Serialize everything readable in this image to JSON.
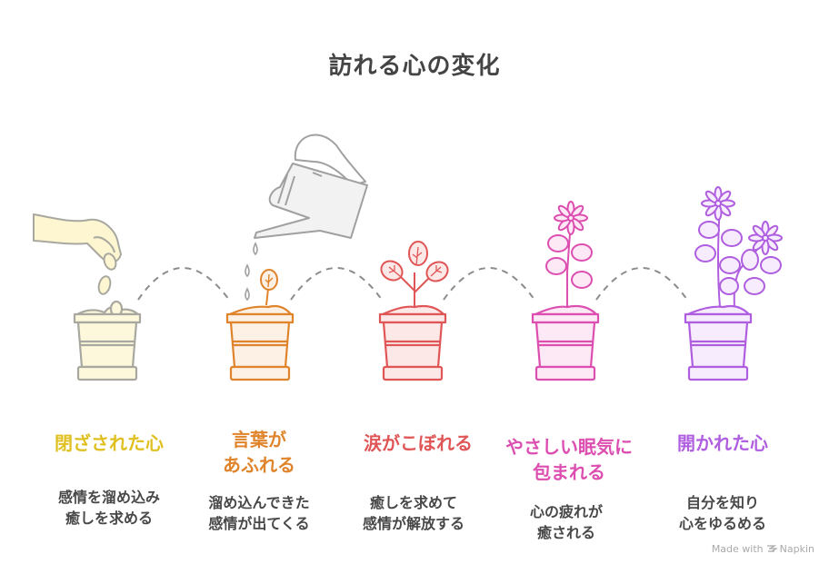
{
  "title": "訪れる心の変化",
  "stages": [
    {
      "title": "閉ざされた心",
      "description": [
        "感情を溜め込み",
        "癒しを求める"
      ],
      "color": "#e0c020",
      "pot_fill": "#fdf8dc",
      "pot_stroke": "#a8a8a0",
      "illustration": "hand-dropping-seeds"
    },
    {
      "title": [
        "言葉が",
        "あふれる"
      ],
      "description": [
        "溜め込んできた",
        "感情が出てくる"
      ],
      "color": "#e0842c",
      "pot_fill": "#fdf0e4",
      "pot_stroke": "#e0842c",
      "illustration": "watering-can-sprout"
    },
    {
      "title": "涙がこぼれる",
      "description": [
        "癒しを求めて",
        "感情が解放する"
      ],
      "color": "#e05656",
      "pot_fill": "#fde8e8",
      "pot_stroke": "#e05656",
      "illustration": "three-leaf-plant"
    },
    {
      "title": [
        "やさしい眠気に",
        "包まれる"
      ],
      "description": [
        "心の疲れが",
        "癒される"
      ],
      "color": "#dc4fb0",
      "pot_fill": "#fde8f6",
      "pot_stroke": "#dc4fb0",
      "illustration": "flowering-plant"
    },
    {
      "title": "開かれた心",
      "description": [
        "自分を知り",
        "心をゆるめる"
      ],
      "color": "#b05ee0",
      "pot_fill": "#f6ecfd",
      "pot_stroke": "#b05ee0",
      "illustration": "two-flower-plant"
    }
  ],
  "connector_color": "#8c8c8c",
  "credit": {
    "prefix": "Made with",
    "brand": "Napkin"
  }
}
